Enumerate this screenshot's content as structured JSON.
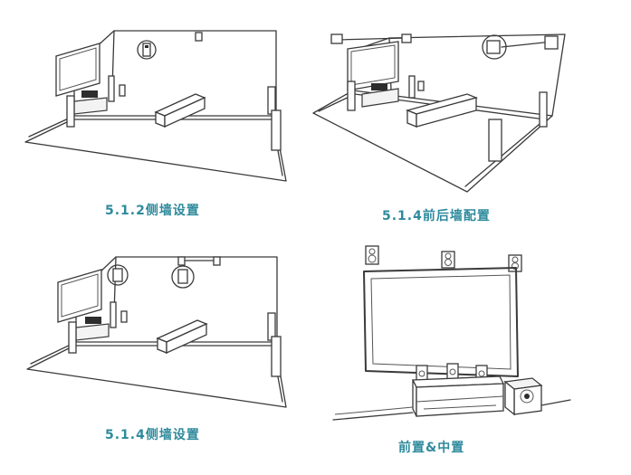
{
  "captions": {
    "top_left": "5.1.2侧墙设置",
    "top_right": "5.1.4前后墙配置",
    "bottom_left": "5.1.4侧墙设置",
    "bottom_right": "前置&中置"
  },
  "colors": {
    "caption": "#2e8a9c",
    "line": "#3a3a3a",
    "background": "#ffffff"
  },
  "icons": [
    "front-speaker-icon",
    "wall-speaker-icon",
    "subwoofer-icon",
    "sofa-icon",
    "tv-icon",
    "tv-cabinet-icon"
  ]
}
